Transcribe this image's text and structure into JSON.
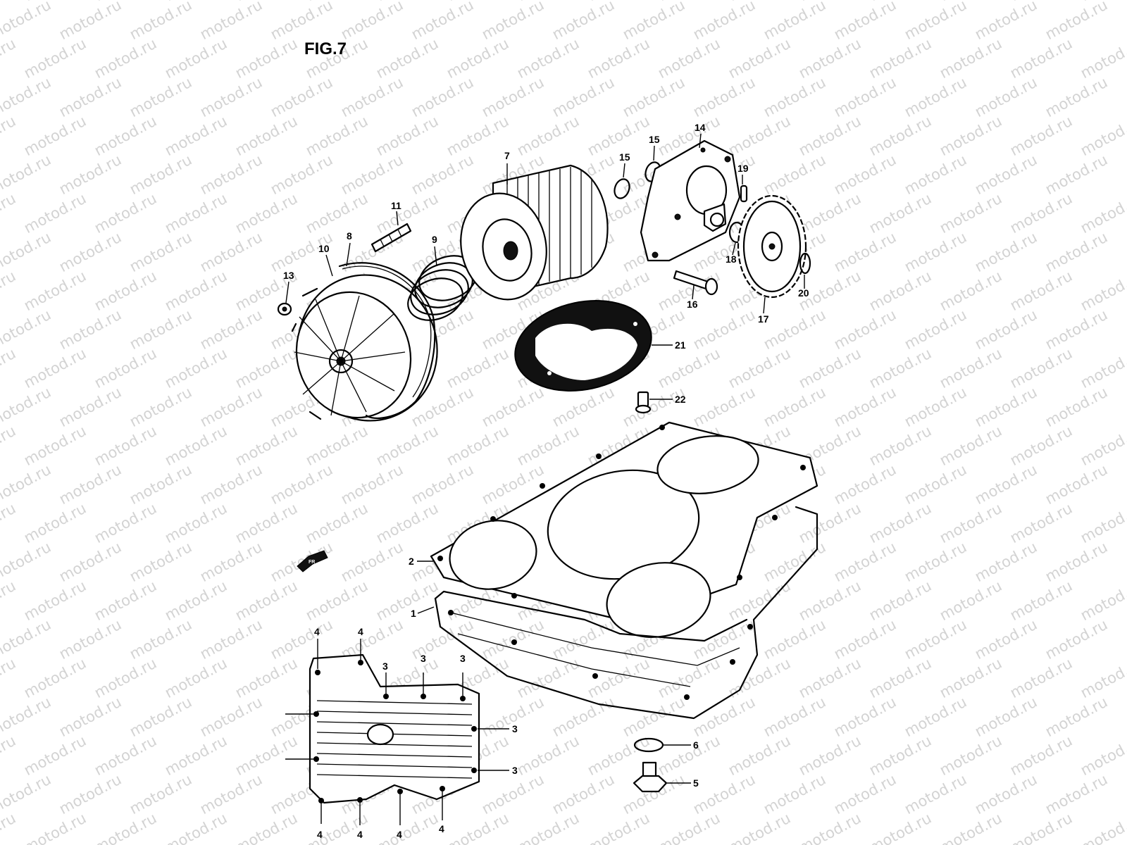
{
  "figure": {
    "title": "FIG.7",
    "watermark": "motod.ru"
  },
  "callouts": {
    "c1": "1",
    "c2": "2",
    "c3": "3",
    "c4": "4",
    "c5": "5",
    "c6": "6",
    "c7": "7",
    "c8": "8",
    "c9": "9",
    "c10": "10",
    "c11": "11",
    "c13": "13",
    "c14": "14",
    "c15": "15",
    "c16": "16",
    "c17": "17",
    "c18": "18",
    "c19": "19",
    "c20": "20",
    "c21": "21",
    "c22": "22"
  },
  "colors": {
    "line": "#000000",
    "watermark": "#d3d3d3",
    "background": "#ffffff"
  }
}
